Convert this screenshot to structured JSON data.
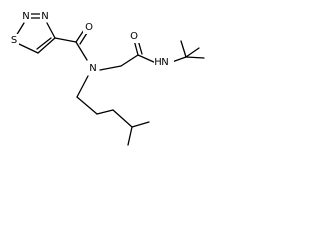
{
  "molecule": {
    "atoms": {
      "thiadiazole_n1": "N",
      "thiadiazole_n2": "N",
      "thiadiazole_s": "S",
      "amide_n": "N",
      "carbonyl_o_right": "O",
      "amide_nh": "N",
      "carbonyl_o_left": "O"
    },
    "nh_hydrogen": "H"
  }
}
